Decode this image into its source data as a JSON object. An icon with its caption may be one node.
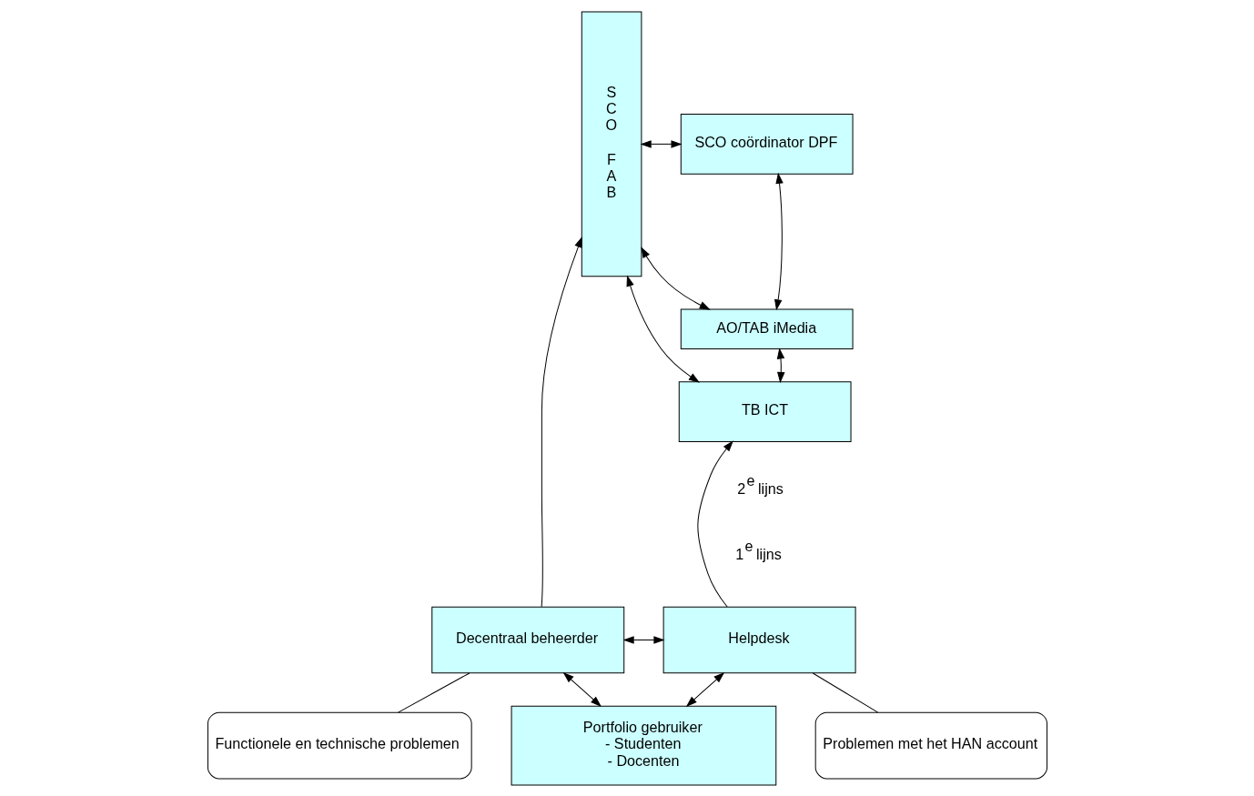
{
  "diagram": {
    "nodes": [
      {
        "text": [
          "SCO",
          "FAB"
        ]
      },
      {
        "text": [
          "SCO coördinator DPF"
        ]
      },
      {
        "text": [
          "AO/TAB iMedia"
        ]
      },
      {
        "text": [
          "TB ICT"
        ]
      },
      {
        "text": [
          "Decentraal beheerder"
        ]
      },
      {
        "text": [
          "Helpdesk"
        ]
      },
      {
        "text": [
          "Portfolio gebruiker",
          "- Studenten",
          "- Docenten"
        ]
      },
      {
        "text": [
          "Functionele en technische problemen"
        ]
      },
      {
        "text": [
          "Problemen met het HAN account"
        ]
      }
    ],
    "edges": [
      {
        "from": 0,
        "to": 1,
        "arrow": "both"
      },
      {
        "from": 0,
        "to": 2,
        "arrow": "both"
      },
      {
        "from": 0,
        "to": 3,
        "arrow": "both"
      },
      {
        "from": 1,
        "to": 2,
        "arrow": "both"
      },
      {
        "from": 2,
        "to": 3,
        "arrow": "both"
      },
      {
        "from": 4,
        "to": 0,
        "arrow": "to"
      },
      {
        "from": 5,
        "to": 3,
        "arrow": "to"
      },
      {
        "from": 4,
        "to": 5,
        "arrow": "both"
      },
      {
        "from": 4,
        "to": 6,
        "arrow": "both"
      },
      {
        "from": 5,
        "to": 6,
        "arrow": "both"
      },
      {
        "from": 7,
        "to": 4,
        "arrow": "none"
      },
      {
        "from": 8,
        "to": 5,
        "arrow": "none"
      }
    ],
    "labels": [
      "2$^{e}$ lijns",
      "1$^{e}$ lijns"
    ]
  }
}
